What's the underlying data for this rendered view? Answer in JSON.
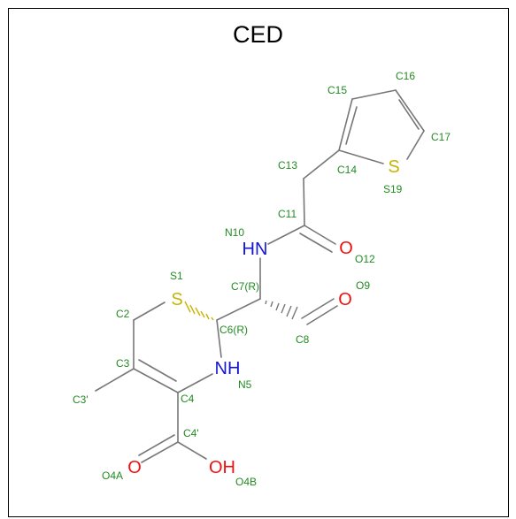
{
  "title": "CED",
  "colors": {
    "background": "#ffffff",
    "bond": "#777777",
    "label_green": "#228b22",
    "nitrogen": "#1515d6",
    "oxygen": "#ee1111",
    "sulfur": "#c8b400"
  },
  "element_symbols": {
    "nh_top": "HN",
    "nh_ring": "NH",
    "s_ring": "S",
    "s_thiophene": "S",
    "o_amide": "O",
    "o_aldehyde": "O",
    "o_carbonyl": "O",
    "oh": "OH"
  },
  "atom_labels": {
    "c15": "C15",
    "c16": "C16",
    "c17": "C17",
    "c14": "C14",
    "s19": "S19",
    "c13": "C13",
    "c11": "C11",
    "n10": "N10",
    "o12": "O12",
    "s1": "S1",
    "c7": "C7(R)",
    "o9": "O9",
    "c2": "C2",
    "c6": "C6(R)",
    "c8": "C8",
    "c3": "C3",
    "n5": "N5",
    "c3p": "C3'",
    "c4": "C4",
    "c4p": "C4'",
    "o4a": "O4A",
    "o4b": "O4B"
  }
}
